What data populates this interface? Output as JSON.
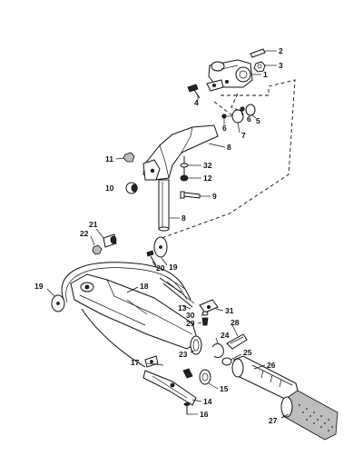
{
  "callouts": {
    "c1": "1",
    "c2": "2",
    "c3": "3",
    "c4": "4",
    "c5": "5",
    "c6a": "6",
    "c6b": "6",
    "c7": "7",
    "c8a": "8",
    "c8b": "8",
    "c9": "9",
    "c10": "10",
    "c11": "11",
    "c12": "12",
    "c13": "13",
    "c14": "14",
    "c15": "15",
    "c16": "16",
    "c17": "17",
    "c18": "18",
    "c19a": "19",
    "c19b": "19",
    "c20": "20",
    "c21": "21",
    "c22": "22",
    "c23": "23",
    "c24": "24",
    "c25": "25",
    "c26": "26",
    "c27": "27",
    "c28": "28",
    "c29": "29",
    "c30": "30",
    "c31": "31",
    "c32": "32"
  }
}
